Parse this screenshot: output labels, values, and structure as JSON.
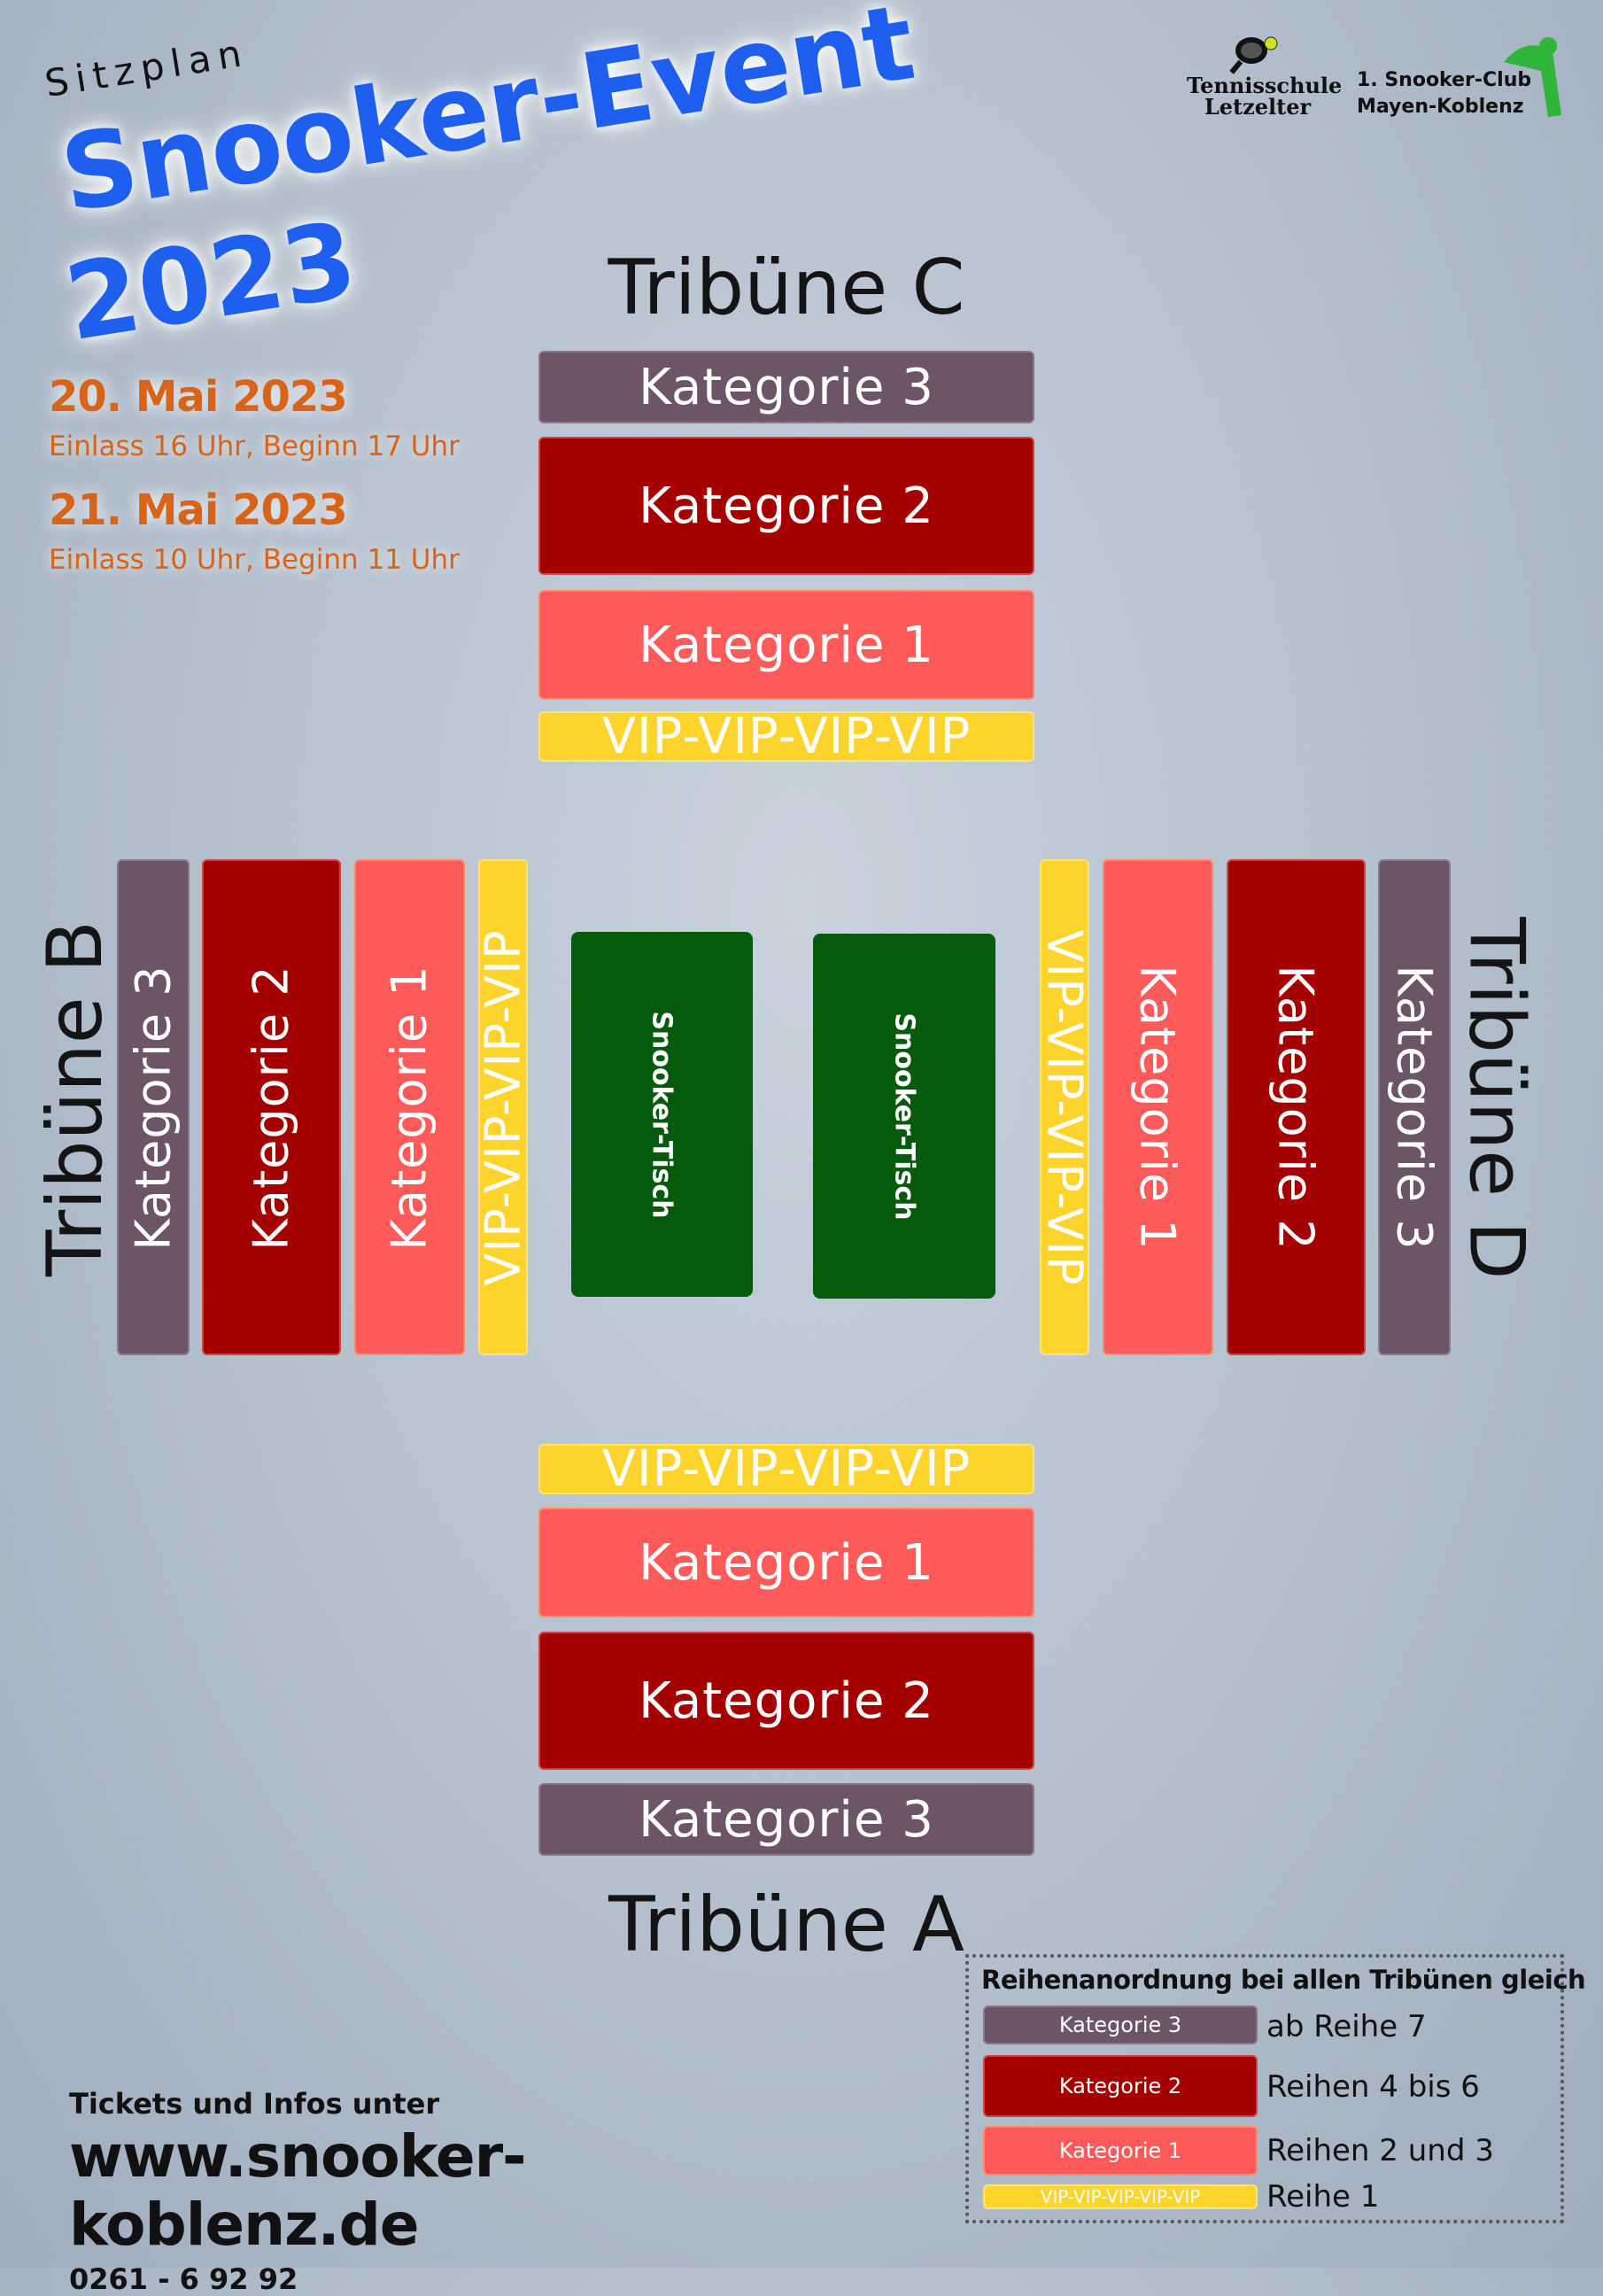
{
  "header": {
    "subtitle": "Sitzplan",
    "title_line1": "Snooker-Event",
    "title_line2": "2023"
  },
  "dates": [
    {
      "date": "20. Mai 2023",
      "info": "Einlass 16 Uhr, Beginn 17 Uhr"
    },
    {
      "date": "21. Mai 2023",
      "info": "Einlass 10 Uhr, Beginn 11 Uhr"
    }
  ],
  "logos": {
    "tennis_line1": "Tennisschule",
    "tennis_line2": "Letzelter",
    "snooker_line1": "1. Snooker-Club",
    "snooker_line2": "Mayen-Koblenz"
  },
  "tribunes": {
    "a": "Tribüne A",
    "b": "Tribüne B",
    "c": "Tribüne C",
    "d": "Tribüne D"
  },
  "categories": {
    "cat3": "Kategorie 3",
    "cat2": "Kategorie 2",
    "cat1": "Kategorie 1",
    "vip": "VIP-VIP-VIP-VIP"
  },
  "tables": {
    "label": "Snooker-Tisch"
  },
  "legend": {
    "title": "Reihenanordnung bei allen Tribünen gleich",
    "rows": [
      {
        "label": "Kategorie 3",
        "text": "ab Reihe 7"
      },
      {
        "label": "Kategorie 2",
        "text": "Reihen 4 bis 6"
      },
      {
        "label": "Kategorie 1",
        "text": "Reihen 2 und 3"
      },
      {
        "label": "VIP-VIP-VIP-VIP-VIP",
        "text": "Reihe 1"
      }
    ]
  },
  "footer": {
    "intro": "Tickets und Infos unter",
    "url": "www.snooker-koblenz.de",
    "phone": "0261 - 6 92 92"
  },
  "colors": {
    "cat3": "#6c5566",
    "cat2": "#a40000",
    "cat1": "#ff5a5a",
    "vip": "#fdd42c",
    "table": "#055a0b",
    "title_blue": "#1e5ff0",
    "date_orange": "#d8641a"
  }
}
